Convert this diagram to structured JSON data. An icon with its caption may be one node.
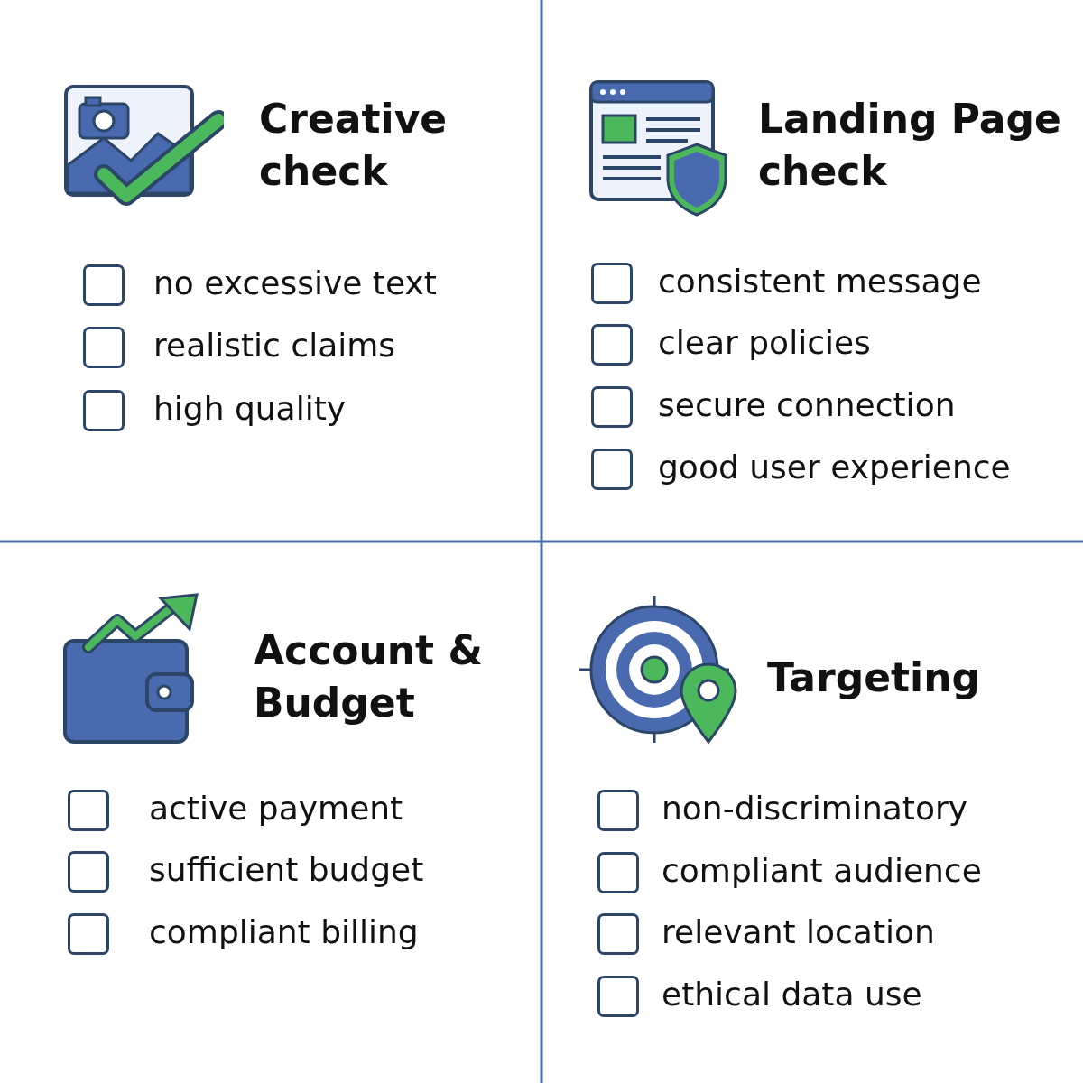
{
  "diagram": {
    "labels": [
      "Creative check",
      "no excessive text",
      "realistic claims",
      "high quality",
      "Landing Page check",
      "consistent message",
      "clear policies",
      "secure connection",
      "good user experience",
      "Account & Budget",
      "active payment",
      "sufficient budget",
      "compliant billing",
      "Targeting",
      "non-discriminatory",
      "compliant audience",
      "relevant location",
      "ethical data use"
    ]
  }
}
